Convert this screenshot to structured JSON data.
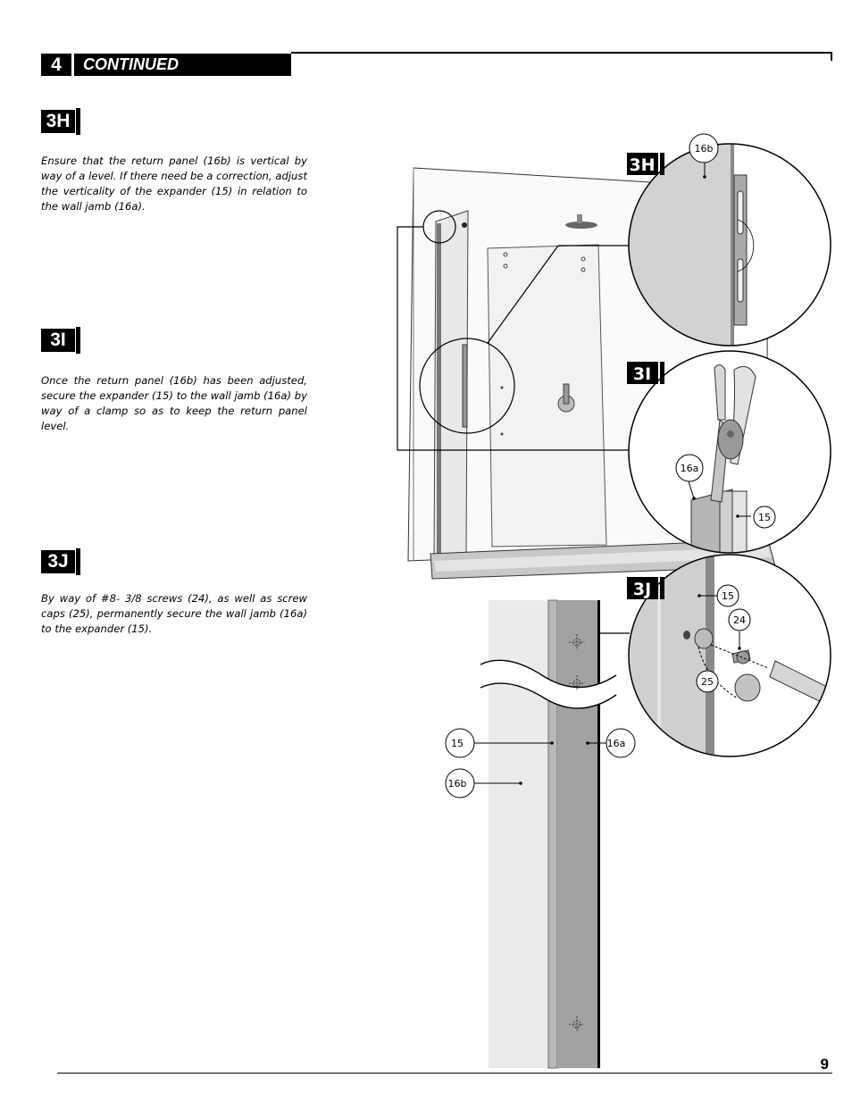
{
  "header": {
    "step_number": "4",
    "step_title": "CONTINUED"
  },
  "sections": [
    {
      "label": "3H",
      "text": "Ensure that the return panel (16b) is vertical by way of a level. If there need be a correction, adjust the verticality of the expander (15) in relation to the wall jamb (16a)."
    },
    {
      "label": "3I",
      "text": "Once the return panel (16b) has been adjusted, secure the expander (15) to the wall jamb (16a) by way of a clamp so as to keep the return panel level."
    },
    {
      "label": "3J",
      "text": "By way of #8- 3/8 screws (24), as well as screw caps (25), permanently secure the wall jamb (16a) to the expander (15)."
    }
  ],
  "figure": {
    "detail_3h": {
      "label": "3H",
      "callout": "16b"
    },
    "detail_3i": {
      "label": "3I",
      "callouts": [
        "16a",
        "15"
      ]
    },
    "detail_3j": {
      "label": "3J",
      "callouts": [
        "15",
        "24",
        "25"
      ]
    },
    "section_view": {
      "callouts": [
        "15",
        "16a",
        "16b"
      ]
    }
  },
  "footer": {
    "page_number": "9"
  }
}
